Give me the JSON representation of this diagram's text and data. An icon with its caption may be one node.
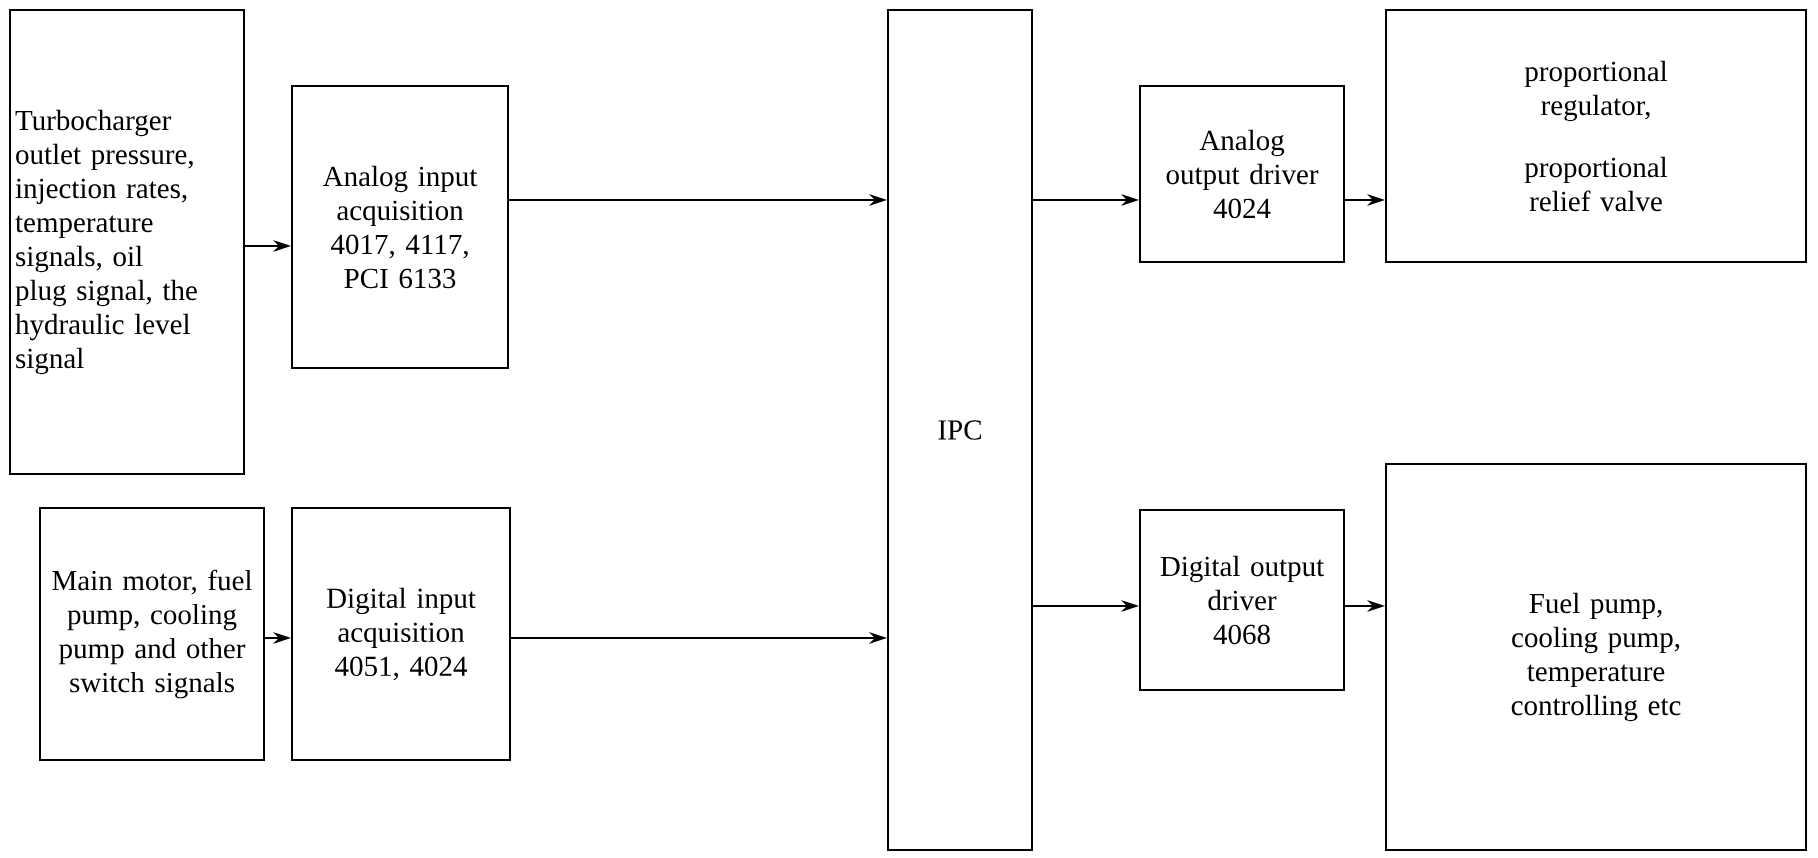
{
  "diagram": {
    "nodes": [
      {
        "text": [
          "Turbocharger outlet pressure, injection rates, temperature signals, oil plug signal, the hydraulic level signal"
        ]
      },
      {
        "text": [
          "Analog input acquisition",
          "4017, 4117, PCI 6133"
        ]
      },
      {
        "text": [
          "Main motor, fuel pump, cooling pump and other switch signals"
        ]
      },
      {
        "text": [
          "Digital input acquisition",
          "4051, 4024"
        ]
      },
      {
        "text": [
          "IPC"
        ]
      },
      {
        "text": [
          "Analog output driver",
          "4024"
        ]
      },
      {
        "text": [
          "proportional regulator,",
          "proportional relief valve"
        ]
      },
      {
        "text": [
          "Digital output driver",
          "4068"
        ]
      },
      {
        "text": [
          "Fuel pump, cooling pump, temperature controlling etc"
        ]
      }
    ],
    "edges": [
      {
        "from": 0,
        "to": 1,
        "arrow": "to"
      },
      {
        "from": 1,
        "to": 4,
        "arrow": "to"
      },
      {
        "from": 2,
        "to": 3,
        "arrow": "to"
      },
      {
        "from": 3,
        "to": 4,
        "arrow": "to"
      },
      {
        "from": 4,
        "to": 5,
        "arrow": "to"
      },
      {
        "from": 5,
        "to": 6,
        "arrow": "to"
      },
      {
        "from": 4,
        "to": 7,
        "arrow": "to"
      },
      {
        "from": 7,
        "to": 8,
        "arrow": "to"
      }
    ]
  }
}
